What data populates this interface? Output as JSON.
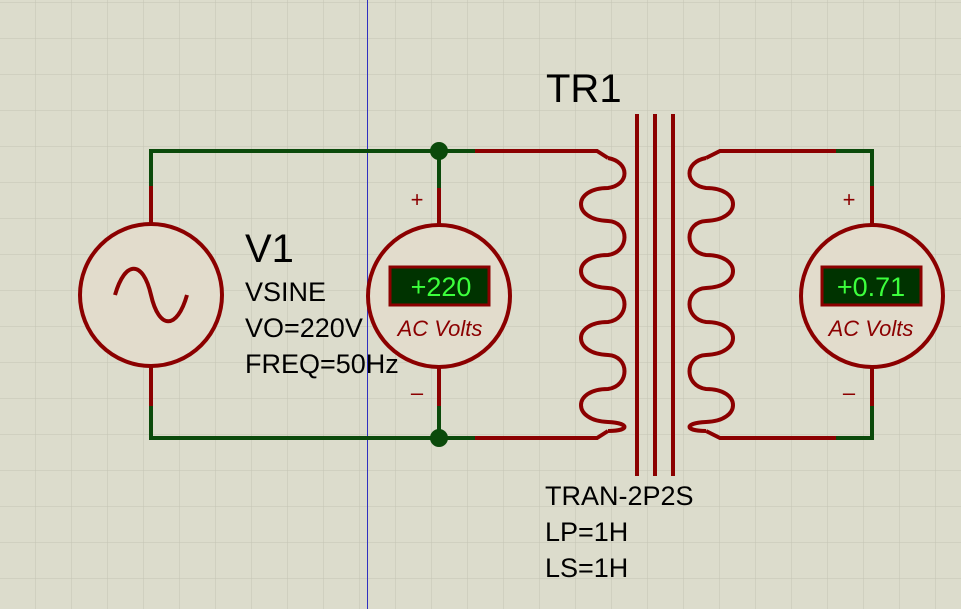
{
  "colors": {
    "background": "#dcdccc",
    "grid": "#c4c4b4",
    "wire_green": "#0b4a0b",
    "component_red": "#8b0000",
    "component_fill": "#e2dccc",
    "display_bg": "#003300",
    "display_text": "#3cff3c",
    "cursor_line": "#3030c0"
  },
  "source": {
    "designator": "V1",
    "type": "VSINE",
    "amplitude": "VO=220V",
    "frequency": "FREQ=50Hz",
    "icon": "sine-wave-icon"
  },
  "transformer": {
    "designator": "TR1",
    "model": "TRAN-2P2S",
    "lp": "LP=1H",
    "ls": "LS=1H"
  },
  "voltmeter_primary": {
    "reading": "+220",
    "unit_label": "AC Volts",
    "plus": "+",
    "minus": "–"
  },
  "voltmeter_secondary": {
    "reading": "+0.71",
    "unit_label": "AC Volts",
    "plus": "+",
    "minus": "–"
  }
}
